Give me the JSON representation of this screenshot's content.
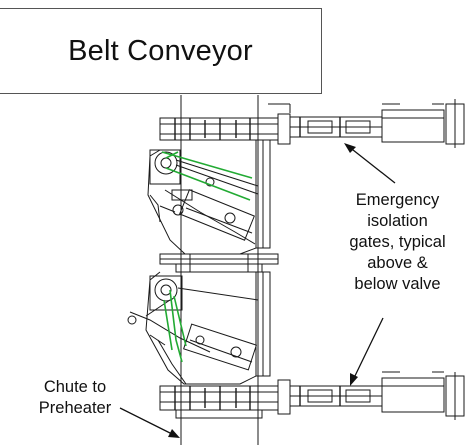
{
  "title": "Belt Conveyor",
  "annotations": {
    "gates": [
      "Emergency",
      "isolation",
      "gates, typical",
      "above &",
      "below valve"
    ],
    "chute": [
      "Chute to",
      "Preheater"
    ]
  },
  "colors": {
    "line": "#1a1a1a",
    "accent": "#22aa33",
    "box_border": "#555555"
  }
}
